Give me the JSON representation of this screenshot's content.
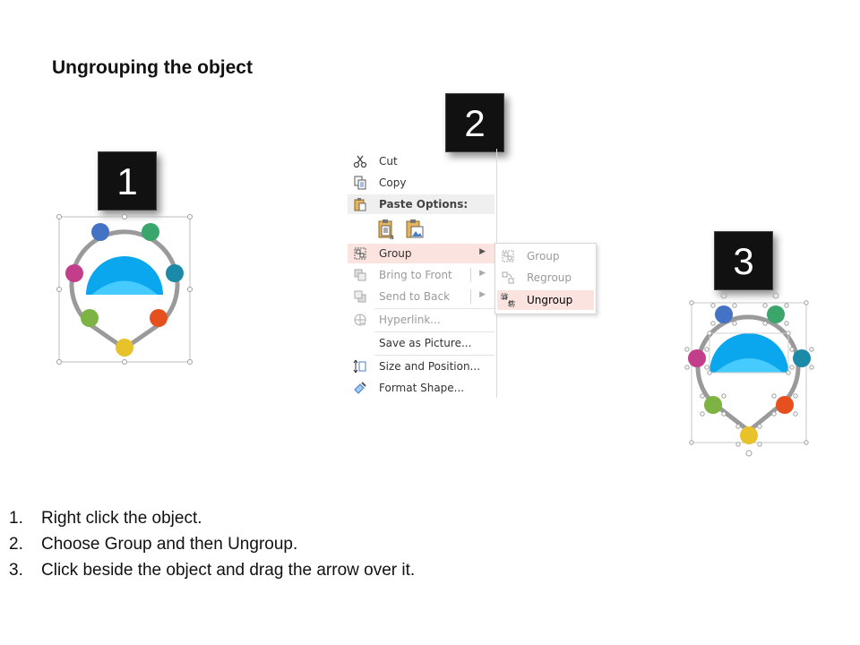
{
  "title": "Ungrouping the object",
  "badges": [
    "1",
    "2",
    "3"
  ],
  "context_menu": {
    "items": [
      {
        "label": "Cut",
        "icon": "scissors-icon",
        "enabled": true
      },
      {
        "label": "Copy",
        "icon": "copy-icon",
        "enabled": true
      },
      {
        "label": "Paste Options:",
        "icon": "paste-icon",
        "enabled": true
      },
      {
        "label": "Group",
        "icon": "group-icon",
        "enabled": true,
        "submenu": true
      },
      {
        "label": "Bring to Front",
        "icon": "bring-front-icon",
        "enabled": false,
        "submenu": true
      },
      {
        "label": "Send to Back",
        "icon": "send-back-icon",
        "enabled": false,
        "submenu": true
      },
      {
        "label": "Hyperlink...",
        "icon": "hyperlink-icon",
        "enabled": false
      },
      {
        "label": "Save as Picture...",
        "icon": "",
        "enabled": true
      },
      {
        "label": "Size and Position...",
        "icon": "size-position-icon",
        "enabled": true
      },
      {
        "label": "Format Shape...",
        "icon": "format-shape-icon",
        "enabled": true
      }
    ],
    "submenu": [
      {
        "label": "Group",
        "icon": "group-icon",
        "enabled": false
      },
      {
        "label": "Regroup",
        "icon": "regroup-icon",
        "enabled": false
      },
      {
        "label": "Ungroup",
        "icon": "ungroup-icon",
        "enabled": true
      }
    ]
  },
  "steps": [
    {
      "num": "1.",
      "text": "Right click the object."
    },
    {
      "num": "2.",
      "text": "Choose Group and then Ungroup."
    },
    {
      "num": "3.",
      "text": "Click beside the object and drag the arrow over it."
    }
  ],
  "colors": {
    "dome": "#0aa6ee",
    "dome_light": "#45cbff",
    "ring": "#9a9a9a",
    "dots": [
      "#4472c4",
      "#3aa66b",
      "#c23d8a",
      "#1b8aa8",
      "#7cb342",
      "#e6501f",
      "#e8c22a"
    ],
    "highlight": "#fbe3df"
  }
}
